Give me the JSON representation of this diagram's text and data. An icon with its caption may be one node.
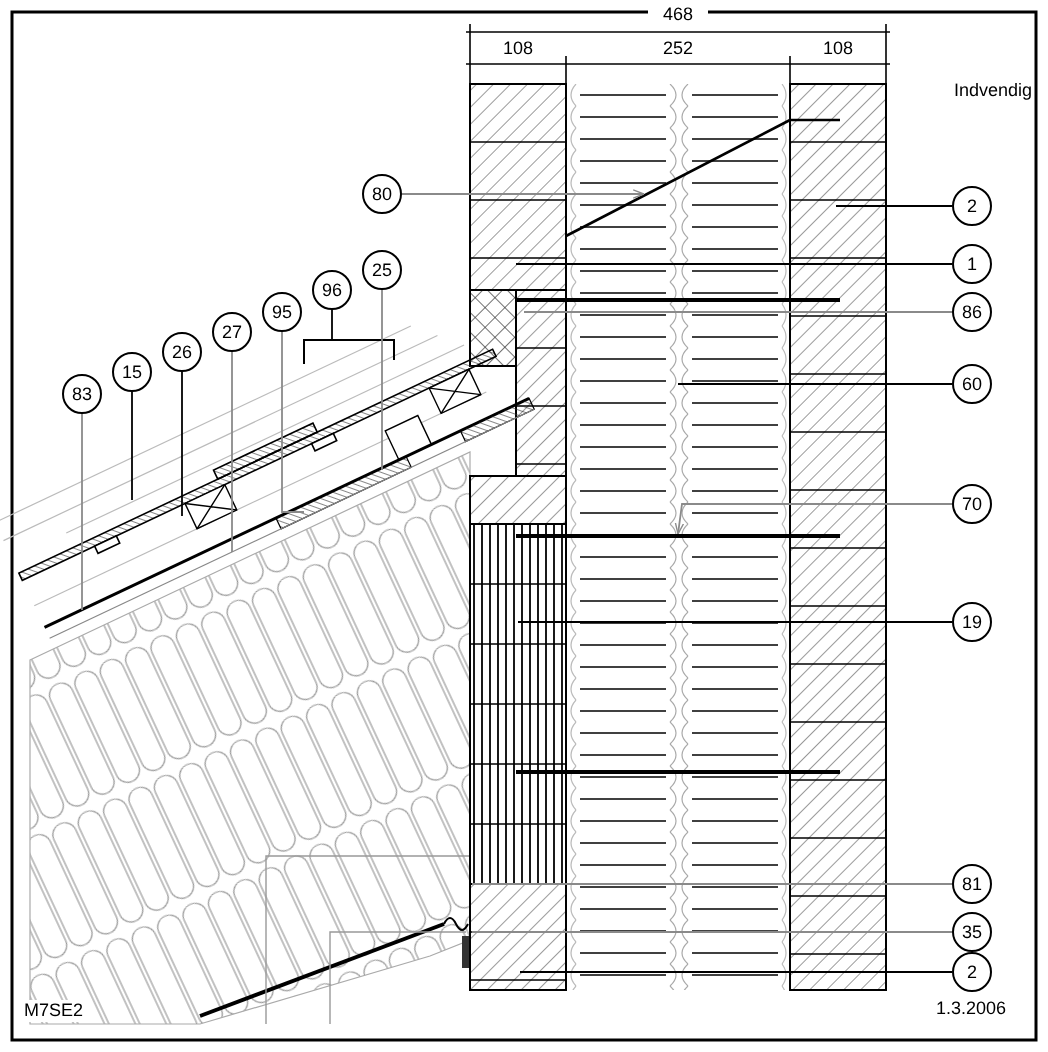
{
  "diagram": {
    "nodes": [
      {
        "text": [
          "80"
        ]
      },
      {
        "text": [
          "2"
        ]
      },
      {
        "text": [
          "1"
        ]
      },
      {
        "text": [
          "25"
        ]
      },
      {
        "text": [
          "96"
        ]
      },
      {
        "text": [
          "86"
        ]
      },
      {
        "text": [
          "95"
        ]
      },
      {
        "text": [
          "27"
        ]
      },
      {
        "text": [
          "26"
        ]
      },
      {
        "text": [
          "15"
        ]
      },
      {
        "text": [
          "60"
        ]
      },
      {
        "text": [
          "83"
        ]
      },
      {
        "text": [
          "70"
        ]
      },
      {
        "text": [
          "19"
        ]
      },
      {
        "text": [
          "81"
        ]
      },
      {
        "text": [
          "35"
        ]
      },
      {
        "text": [
          "2"
        ]
      },
      {
        "text": [],
        "shape": "bracket"
      }
    ],
    "edges": [
      {
        "from": 0,
        "to": null,
        "arrow": "to"
      },
      {
        "from": 1,
        "to": null,
        "arrow": "none",
        "color": "#000000"
      },
      {
        "from": 2,
        "to": null,
        "arrow": "none",
        "color": "#000000"
      },
      {
        "from": 3,
        "to": null,
        "arrow": "none"
      },
      {
        "from": 4,
        "to": 17,
        "arrow": "none",
        "color": "#000000"
      },
      {
        "from": 5,
        "to": null,
        "arrow": "none"
      },
      {
        "from": 6,
        "to": null,
        "arrow": "none"
      },
      {
        "from": 7,
        "to": null,
        "arrow": "none"
      },
      {
        "from": 8,
        "to": null,
        "arrow": "none",
        "color": "#000000"
      },
      {
        "from": 9,
        "to": null,
        "arrow": "none",
        "color": "#000000"
      },
      {
        "from": 10,
        "to": null,
        "arrow": "none",
        "color": "#000000"
      },
      {
        "from": 11,
        "to": null,
        "arrow": "none"
      },
      {
        "from": 12,
        "to": null,
        "arrow": "to"
      },
      {
        "from": 13,
        "to": null,
        "arrow": "none",
        "color": "#000000"
      },
      {
        "from": 14,
        "to": null,
        "arrow": "none"
      },
      {
        "from": 15,
        "to": null,
        "arrow": "none"
      },
      {
        "from": 16,
        "to": null,
        "arrow": "none",
        "color": "#000000"
      }
    ],
    "labels": [
      "468",
      "108",
      "252",
      "108",
      "Indvendig",
      "M7SE2",
      "1.3.2006"
    ]
  }
}
